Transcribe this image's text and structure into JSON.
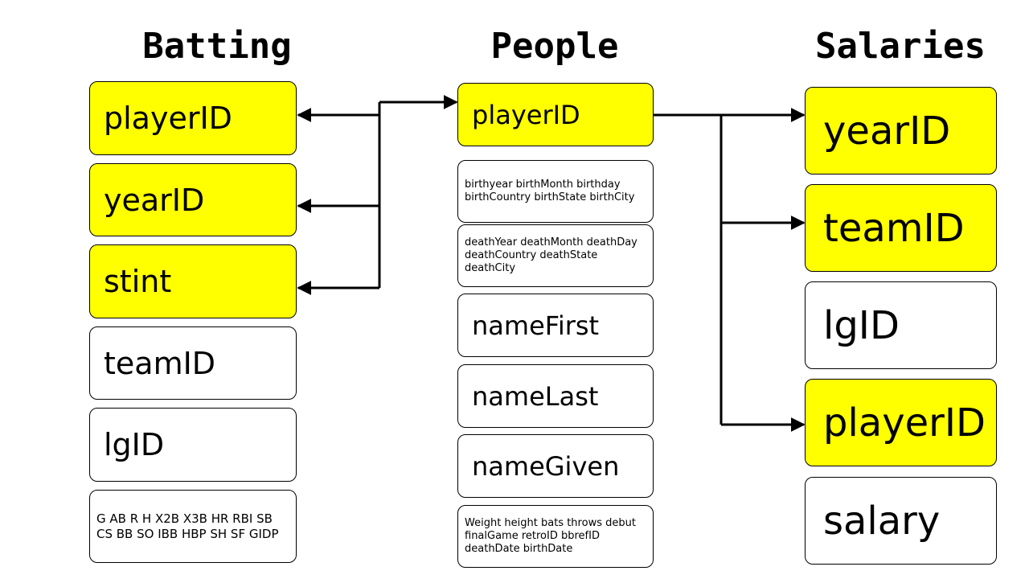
{
  "tables": {
    "batting": {
      "title": "Batting",
      "fields": [
        "playerID",
        "yearID",
        "stint",
        "teamID",
        "lgID"
      ],
      "other": "G AB R H X2B X3B HR RBI SB CS BB SO IBB HBP SH SF GIDP"
    },
    "people": {
      "title": "People",
      "key": "playerID",
      "birth": "birthyear birthMonth  birthday birthCountry  birthState birthCity",
      "death": "deathYear deathMonth  deathDay deathCountry   deathState deathCity",
      "names": [
        "nameFirst",
        "nameLast",
        "nameGiven"
      ],
      "other": "Weight height bats throws debut finalGame retroID bbrefID deathDate birthDate"
    },
    "salaries": {
      "title": "Salaries",
      "fields": [
        "yearID",
        "teamID",
        "lgID",
        "playerID",
        "salary"
      ]
    }
  },
  "colors": {
    "key_fill": "#ffff00",
    "border": "#000000",
    "arrow": "#000000"
  }
}
